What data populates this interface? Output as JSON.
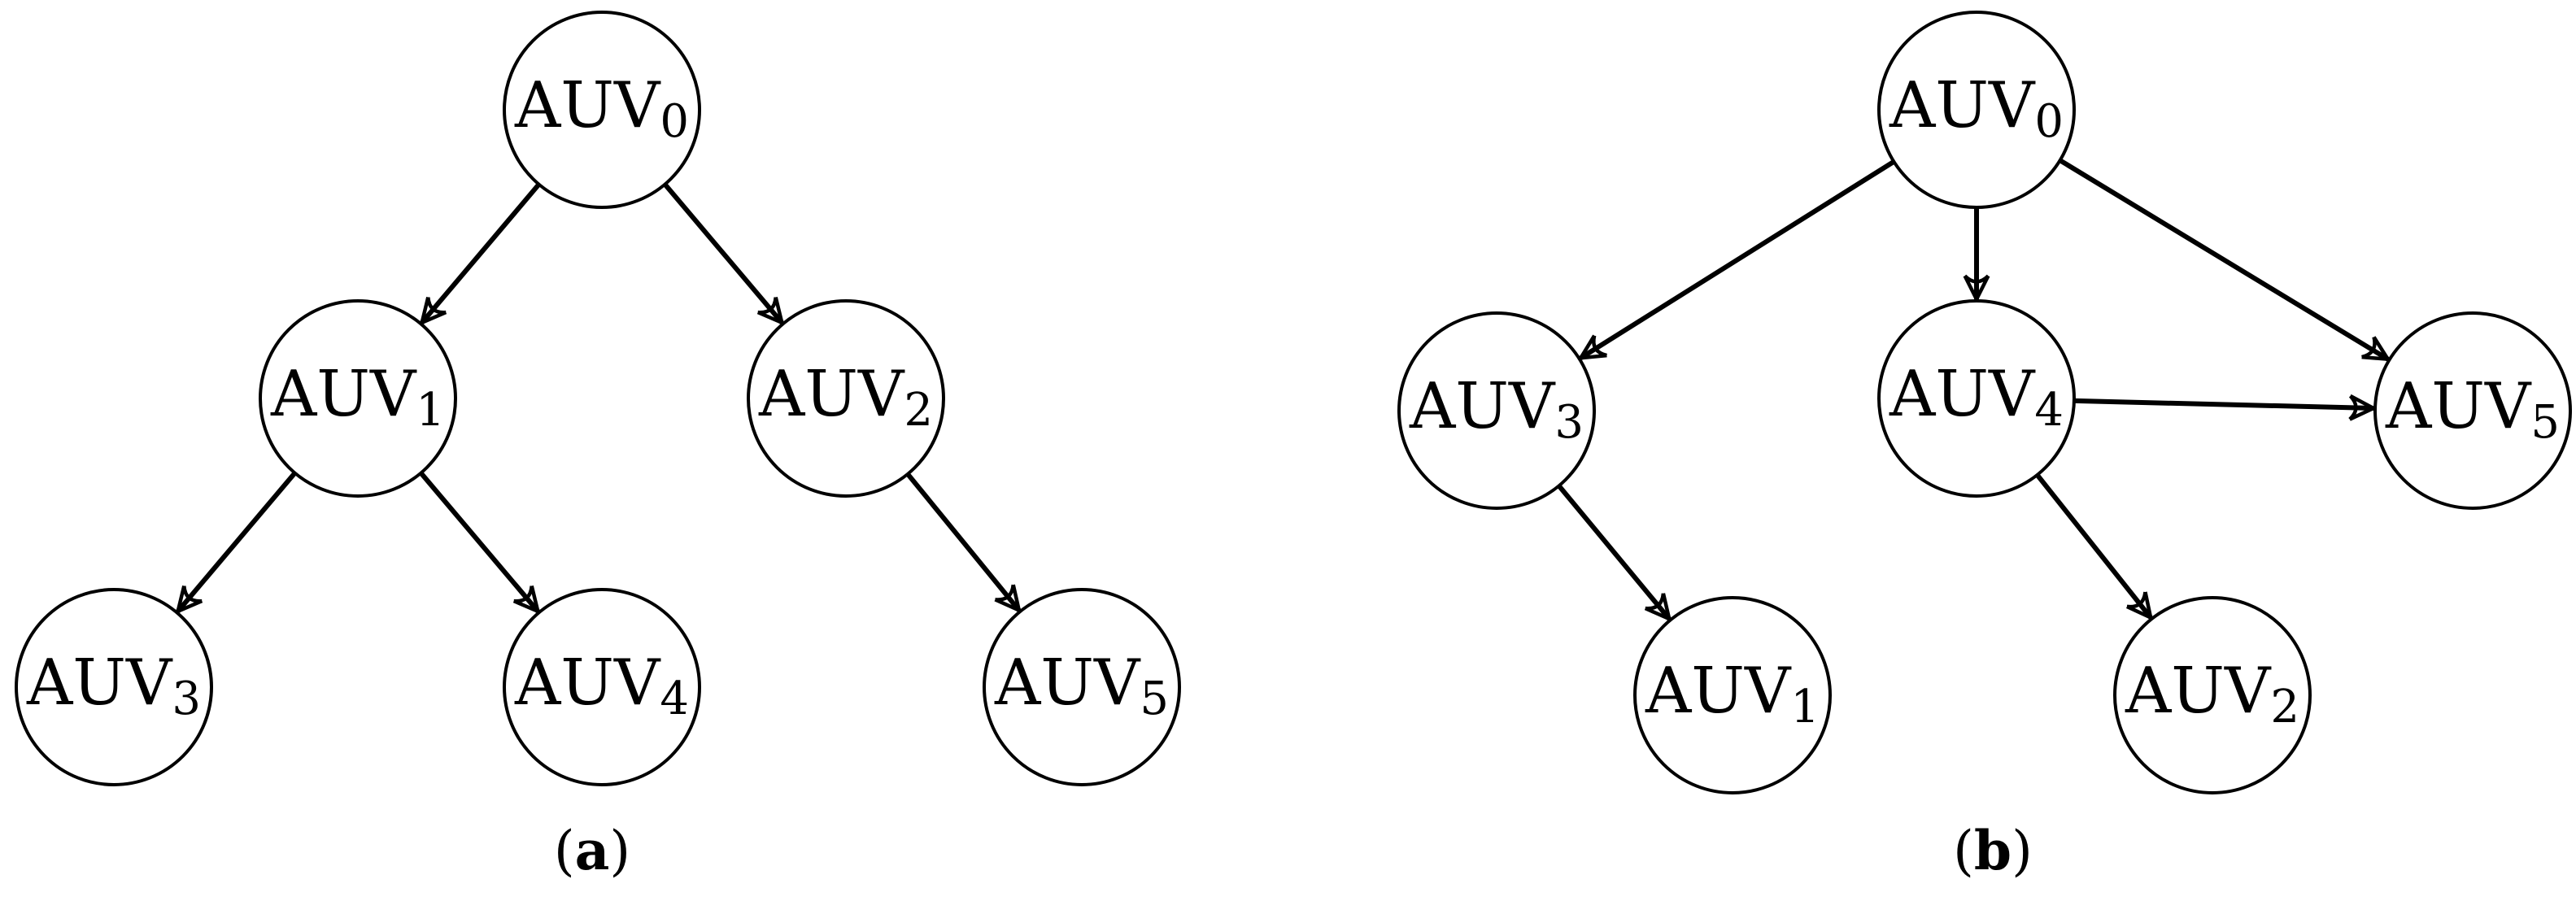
{
  "diagrams": [
    {
      "id": "a",
      "caption_open": "(",
      "caption_letter": "a",
      "caption_close": ")",
      "nodes": [
        {
          "id": "a0",
          "base": "AUV",
          "sub": "0"
        },
        {
          "id": "a1",
          "base": "AUV",
          "sub": "1"
        },
        {
          "id": "a2",
          "base": "AUV",
          "sub": "2"
        },
        {
          "id": "a3",
          "base": "AUV",
          "sub": "3"
        },
        {
          "id": "a4",
          "base": "AUV",
          "sub": "4"
        },
        {
          "id": "a5",
          "base": "AUV",
          "sub": "5"
        }
      ],
      "edges": [
        {
          "from": "a0",
          "to": "a1"
        },
        {
          "from": "a0",
          "to": "a2"
        },
        {
          "from": "a1",
          "to": "a3"
        },
        {
          "from": "a1",
          "to": "a4"
        },
        {
          "from": "a2",
          "to": "a5"
        }
      ]
    },
    {
      "id": "b",
      "caption_open": "(",
      "caption_letter": "b",
      "caption_close": ")",
      "nodes": [
        {
          "id": "b0",
          "base": "AUV",
          "sub": "0"
        },
        {
          "id": "b3",
          "base": "AUV",
          "sub": "3"
        },
        {
          "id": "b4",
          "base": "AUV",
          "sub": "4"
        },
        {
          "id": "b5",
          "base": "AUV",
          "sub": "5"
        },
        {
          "id": "b1",
          "base": "AUV",
          "sub": "1"
        },
        {
          "id": "b2",
          "base": "AUV",
          "sub": "2"
        }
      ],
      "edges": [
        {
          "from": "b0",
          "to": "b3"
        },
        {
          "from": "b0",
          "to": "b4"
        },
        {
          "from": "b0",
          "to": "b5"
        },
        {
          "from": "b4",
          "to": "b5"
        },
        {
          "from": "b3",
          "to": "b1"
        },
        {
          "from": "b4",
          "to": "b2"
        }
      ]
    }
  ],
  "colors": {
    "stroke": "#000000",
    "fill": "#ffffff"
  }
}
